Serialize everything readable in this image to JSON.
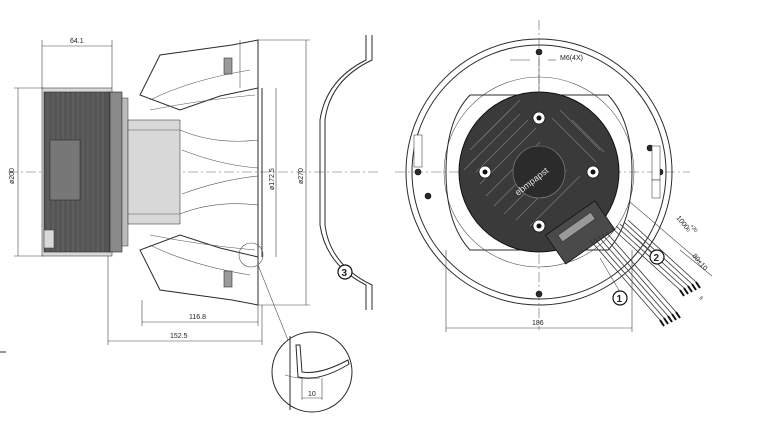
{
  "dimensions": {
    "d_64_1": "64.1",
    "d_200": "ø200",
    "d_172_5": "ø172.5",
    "d_270": "ø270",
    "d_116_8": "116.8",
    "d_152_5": "152.5",
    "d_10": "10",
    "d_186": "186",
    "d_m6": "M6(4X)",
    "d_cable": "1000",
    "d_cable_tol": "+20",
    "d_cable_tol2": "0",
    "d_strip": "80±10",
    "d_8": "8"
  },
  "callouts": {
    "c1": "1",
    "c2": "2",
    "c3": "3"
  },
  "hub_text": {
    "brand": "ebmpapst"
  }
}
